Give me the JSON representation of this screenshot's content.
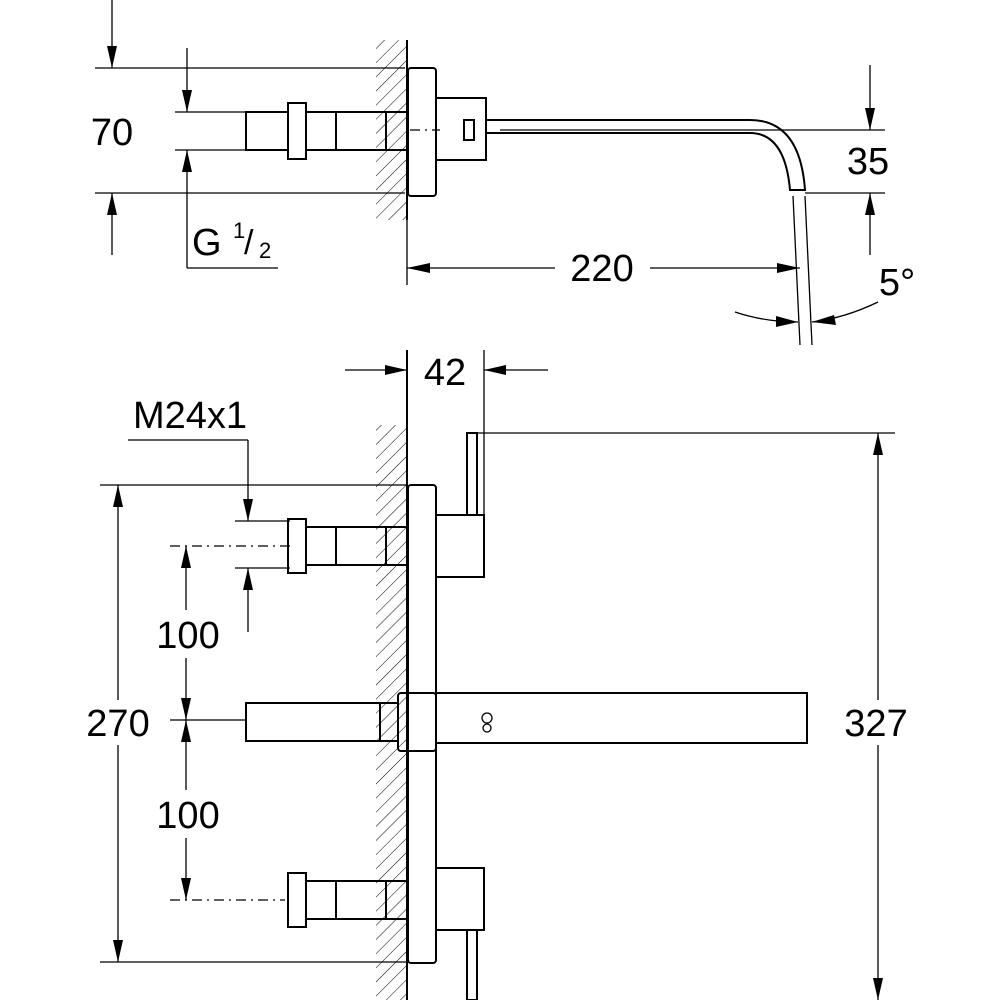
{
  "dimensions": {
    "top": {
      "height_70": "70",
      "thread_G": "G",
      "thread_num": "1",
      "thread_den": "2",
      "spout_35": "35",
      "projection_220": "220",
      "angle_5": "5°"
    },
    "front": {
      "depth_42": "42",
      "thread_m24": "M24x1",
      "spacing_upper_100": "100",
      "spacing_lower_100": "100",
      "span_270": "270",
      "height_327": "327"
    }
  }
}
